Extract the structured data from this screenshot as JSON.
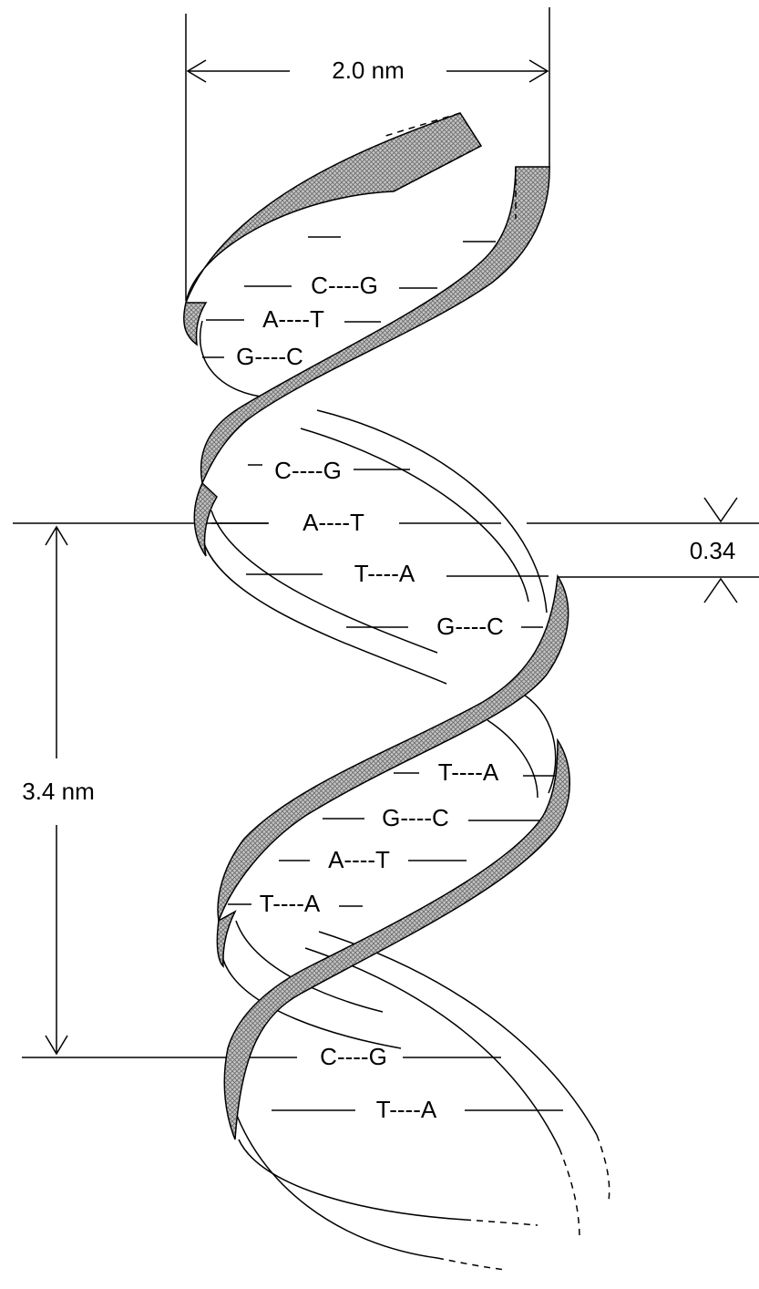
{
  "measurements": {
    "width": "2.0 nm",
    "rise": "0.34",
    "pitch": "3.4 nm"
  },
  "base_pairs": [
    "C----G",
    "A----T",
    "G----C",
    "C----G",
    "A----T",
    "T----A",
    "G----C",
    "T----A",
    "G----C",
    "A----T",
    "T----A",
    "C----G",
    "T----A"
  ],
  "colors": {
    "line": "#000000",
    "ribbon_fill": "#b8b8b8",
    "background": "#ffffff"
  }
}
